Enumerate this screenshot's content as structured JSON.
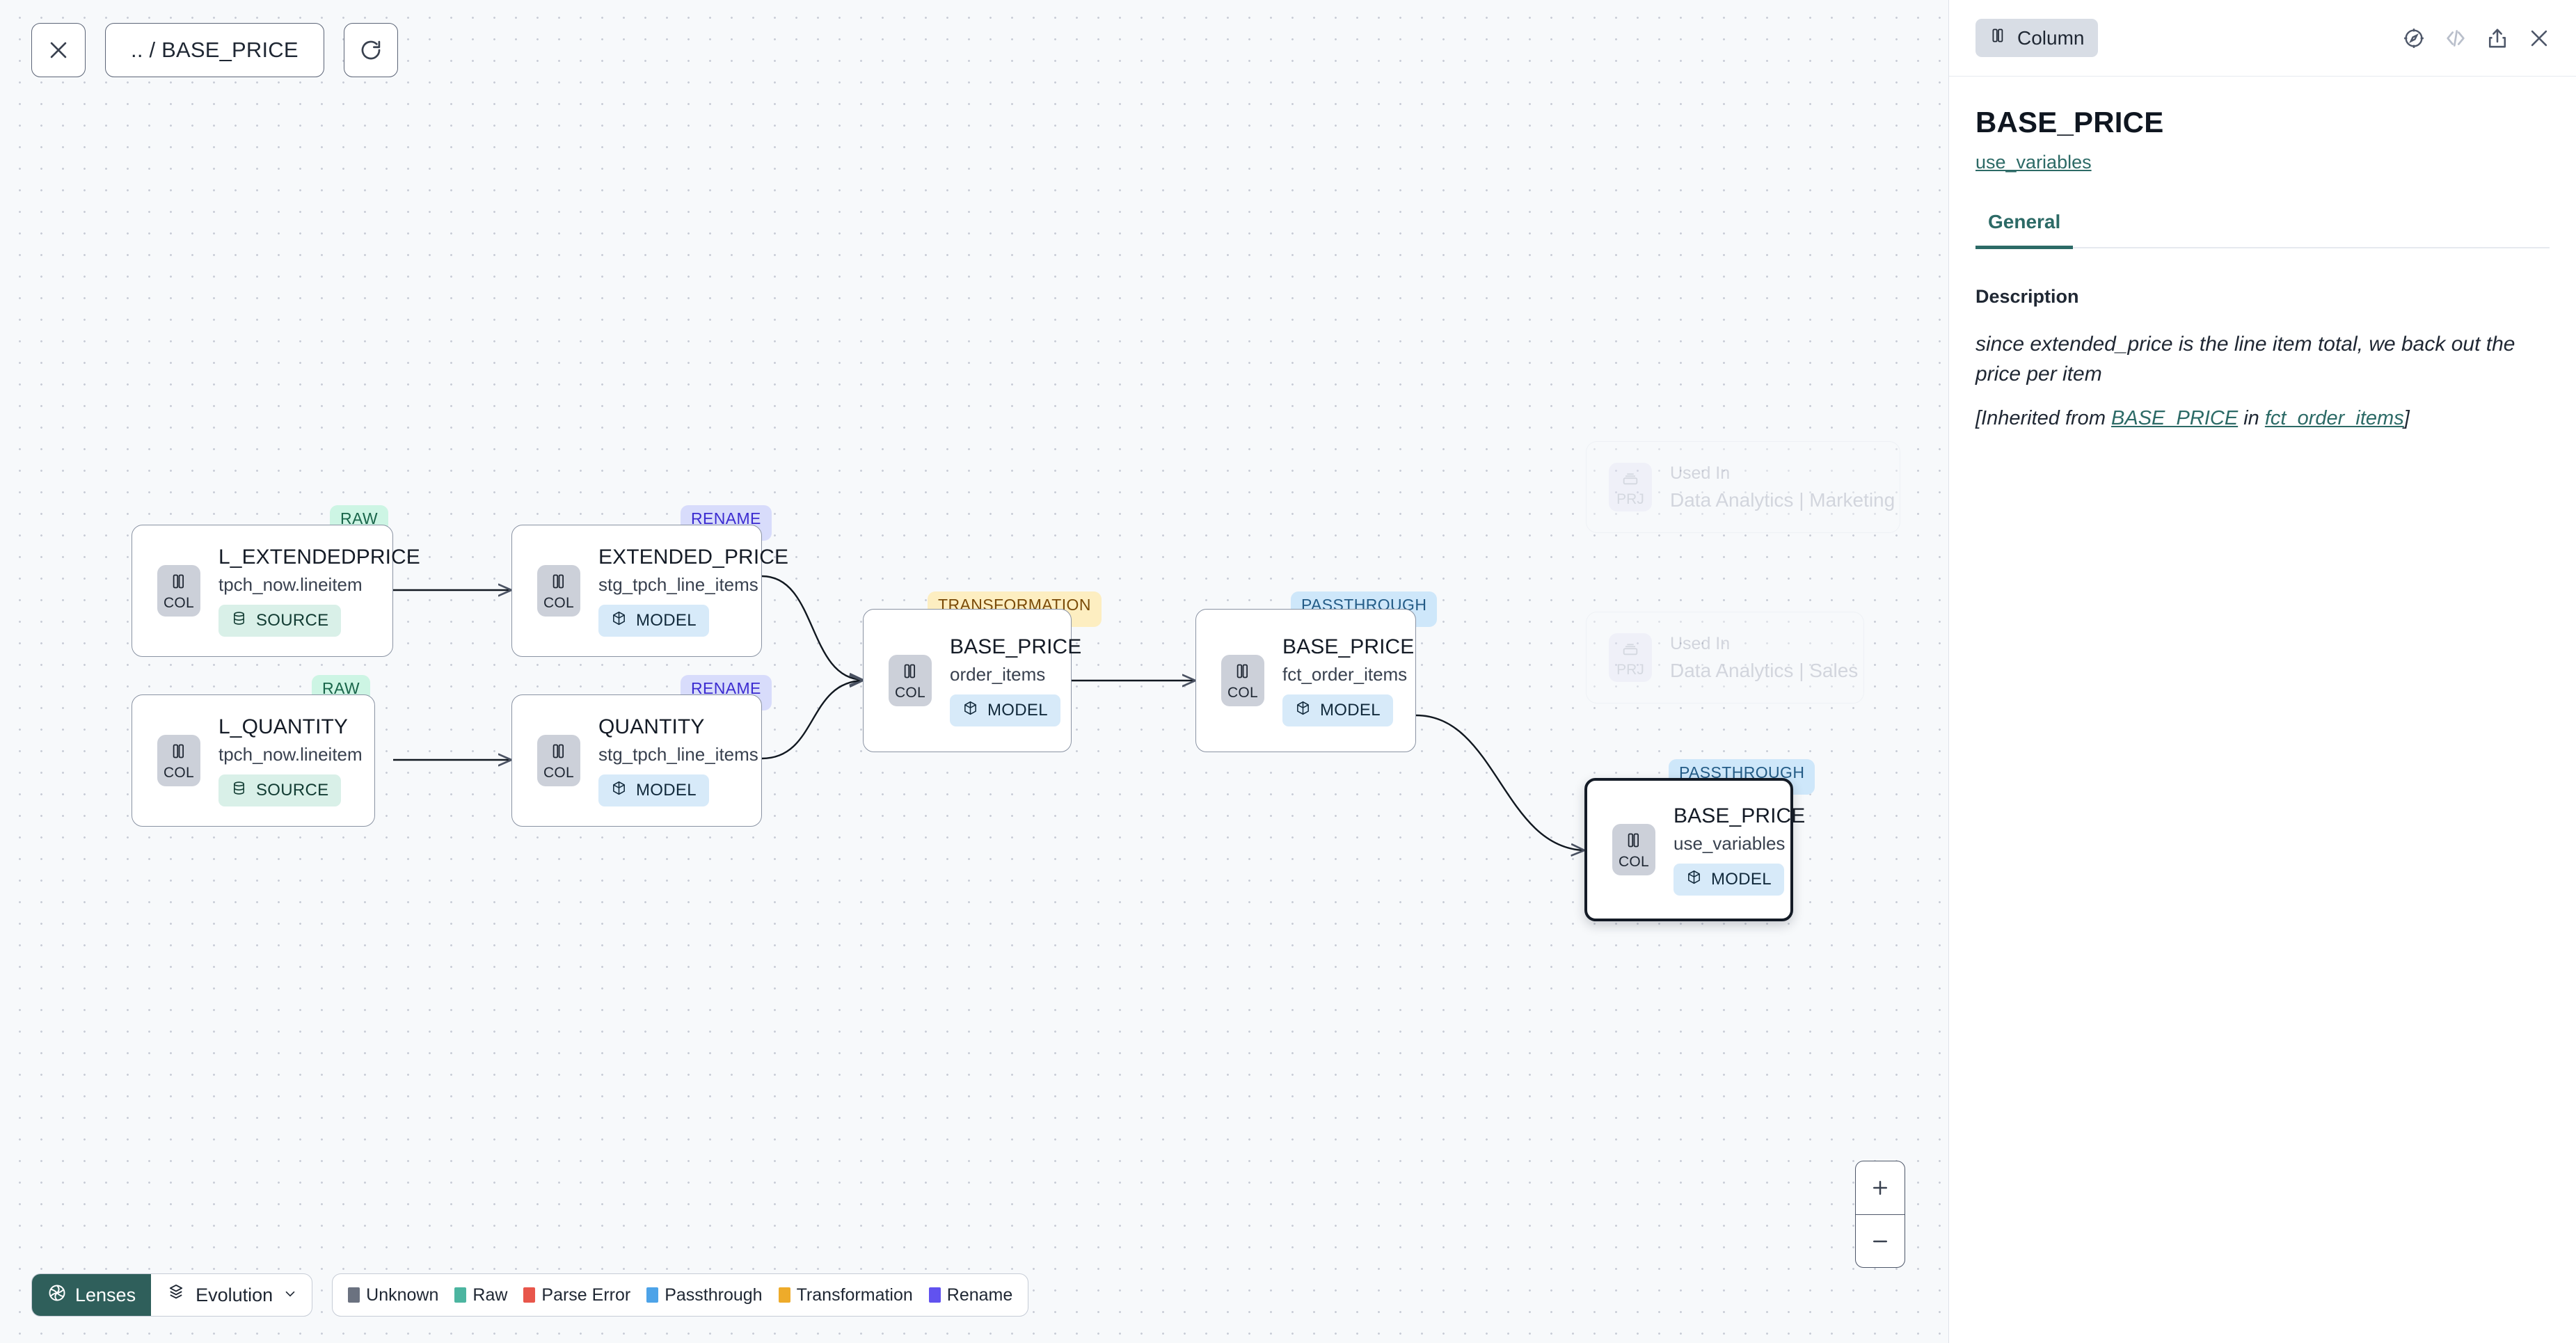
{
  "toolbar": {
    "close_icon": "close-icon",
    "path_label": ".. / BASE_PRICE",
    "refresh_icon": "refresh-icon"
  },
  "graph": {
    "nodes": [
      {
        "id": "l_extendedprice",
        "badge": "RAW",
        "badge_kind": "raw",
        "chip": "COL",
        "title": "L_EXTENDEDPRICE",
        "subtitle": "tpch_now.lineitem",
        "kind": "SOURCE",
        "kind_type": "source",
        "selected": false
      },
      {
        "id": "l_quantity",
        "badge": "RAW",
        "badge_kind": "raw",
        "chip": "COL",
        "title": "L_QUANTITY",
        "subtitle": "tpch_now.lineitem",
        "kind": "SOURCE",
        "kind_type": "source",
        "selected": false
      },
      {
        "id": "extended_price",
        "badge": "RENAME",
        "badge_kind": "rename",
        "chip": "COL",
        "title": "EXTENDED_PRICE",
        "subtitle": "stg_tpch_line_items",
        "kind": "MODEL",
        "kind_type": "model",
        "selected": false
      },
      {
        "id": "quantity",
        "badge": "RENAME",
        "badge_kind": "rename",
        "chip": "COL",
        "title": "QUANTITY",
        "subtitle": "stg_tpch_line_items",
        "kind": "MODEL",
        "kind_type": "model",
        "selected": false
      },
      {
        "id": "base_price_order_items",
        "badge": "TRANSFORMATION",
        "badge_kind": "transformation",
        "chip": "COL",
        "title": "BASE_PRICE",
        "subtitle": "order_items",
        "kind": "MODEL",
        "kind_type": "model",
        "selected": false
      },
      {
        "id": "base_price_fct_order_items",
        "badge": "PASSTHROUGH",
        "badge_kind": "passthrough",
        "chip": "COL",
        "title": "BASE_PRICE",
        "subtitle": "fct_order_items",
        "kind": "MODEL",
        "kind_type": "model",
        "selected": false
      },
      {
        "id": "base_price_use_variables",
        "badge": "PASSTHROUGH",
        "badge_kind": "passthrough",
        "chip": "COL",
        "title": "BASE_PRICE",
        "subtitle": "use_variables",
        "kind": "MODEL",
        "kind_type": "model",
        "selected": true
      }
    ],
    "used_in_cards": [
      {
        "chip": "PRJ",
        "top": "Used In",
        "name": "Data Analytics | Marketing"
      },
      {
        "chip": "PRJ",
        "top": "Used In",
        "name": "Data Analytics | Sales"
      }
    ]
  },
  "bottom": {
    "lenses_label": "Lenses",
    "lenses_icon": "aperture-icon",
    "evolution_label": "Evolution",
    "evolution_icon": "layers-icon",
    "evolution_caret": "chevron-down-icon",
    "legend": [
      {
        "label": "Unknown",
        "color": "#6b7280"
      },
      {
        "label": "Raw",
        "color": "#4cb5a0"
      },
      {
        "label": "Parse Error",
        "color": "#e8564b"
      },
      {
        "label": "Passthrough",
        "color": "#4da3e8"
      },
      {
        "label": "Transformation",
        "color": "#eeab2a"
      },
      {
        "label": "Rename",
        "color": "#6152ef"
      }
    ]
  },
  "zoom_controls": {
    "zoom_in": "+",
    "zoom_out": "–"
  },
  "panel": {
    "type_chip": "Column",
    "type_chip_icon": "column-icon",
    "icons": [
      {
        "name": "explore-icon",
        "disabled": false
      },
      {
        "name": "code-icon",
        "disabled": true
      },
      {
        "name": "share-icon",
        "disabled": false
      },
      {
        "name": "close-icon",
        "disabled": false
      }
    ],
    "title": "BASE_PRICE",
    "subtitle_link": "use_variables",
    "tabs": [
      {
        "label": "General",
        "active": true
      }
    ],
    "description_label": "Description",
    "description_text": "since extended_price is the line item total, we back out the price per item",
    "inherited_prefix": "[Inherited from ",
    "inherited_link_1": "BASE_PRICE",
    "inherited_middle": " in ",
    "inherited_link_2": "fct_order_items",
    "inherited_suffix": "]"
  },
  "colors": {
    "canvas_bg": "#F7F9FB",
    "accent_teal": "#2c6a66",
    "lenses_bg": "#2f5f5b",
    "selected_border": "#141b26"
  }
}
